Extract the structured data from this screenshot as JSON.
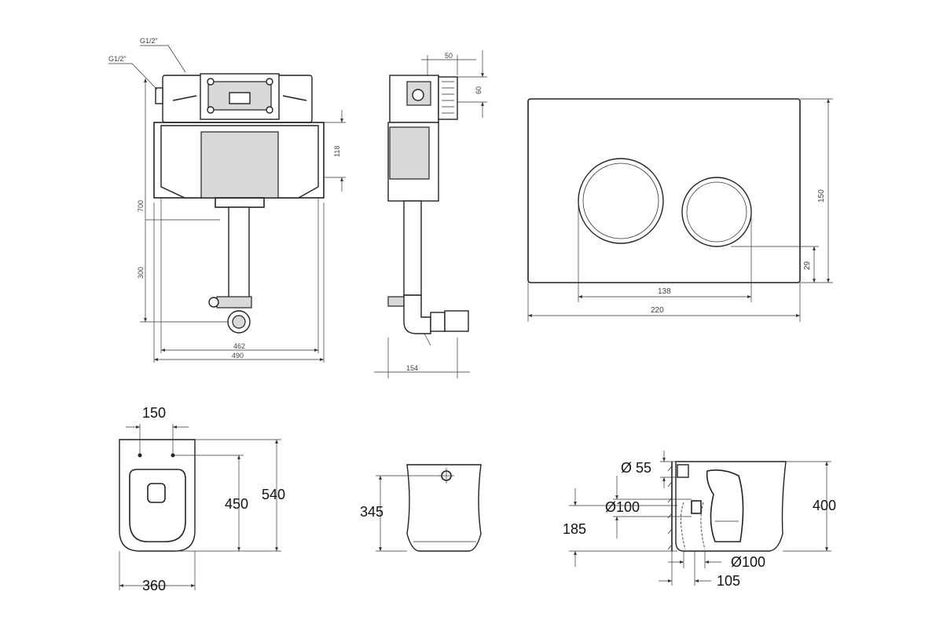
{
  "cistern_front": {
    "thread_top": "G1/2\"",
    "thread_left": "G1/2\"",
    "dim_height": "700",
    "dim_outlet": "300",
    "dim_frame_inner": "462",
    "dim_frame_outer": "490",
    "dim_top_block": "118"
  },
  "cistern_side": {
    "dim_top_depth": "50",
    "dim_top_height": "60",
    "dim_depth": "154"
  },
  "flush_plate": {
    "dim_height": "150",
    "dim_bottom_offset": "29",
    "dim_button_span": "138",
    "dim_width": "220"
  },
  "toilet_top": {
    "dim_hole_spacing": "150",
    "dim_hole_to_front": "450",
    "dim_length": "540",
    "dim_width": "360"
  },
  "toilet_side": {
    "dim_height": "345"
  },
  "toilet_section": {
    "dim_inlet": "Ø 55",
    "dim_outlet": "Ø100",
    "dim_outlet_height": "185",
    "dim_height": "400",
    "dim_floor_outlet": "Ø100",
    "dim_floor_offset": "105"
  }
}
